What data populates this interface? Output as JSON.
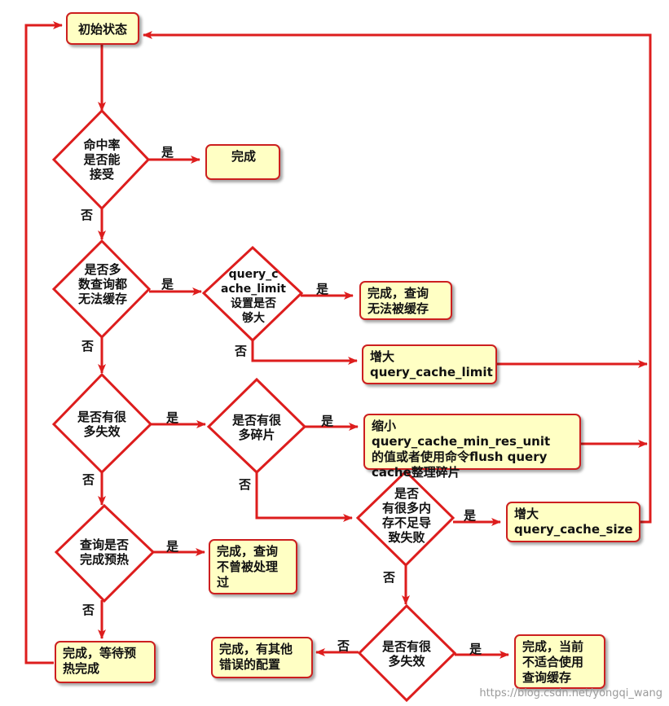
{
  "nodes": {
    "start": "初始状态",
    "q_hit_rate": "命中率\n是否能\n接受",
    "done_ok": "完成",
    "q_uncacheable": "是否多\n数查询都\n无法缓存",
    "q_limit": "query_c\nache_limit\n设置是否\n够大",
    "done_uncacheable": "完成，查询\n无法被缓存",
    "increase_limit": "增大\nquery_cache_limit",
    "q_invalidations": "是否有很\n多失效",
    "q_fragments": "是否有很\n多碎片",
    "shrink_unit": "缩小query_cache_min_res_unit\n的值或者使用命令flush query\ncache整理碎片",
    "q_lowmem": "是否\n有很多内\n存不足导\n致失败",
    "increase_size": "增大\nquery_cache_size",
    "q_warmup": "查询是否\n完成预热",
    "done_unprocessed": "完成，查询\n不曾被处理\n过",
    "done_wait": "完成，等待预\n热完成",
    "q_invalidations2": "是否有很\n多失效",
    "done_other_error": "完成，有其他\n错误的配置",
    "done_unsuitable": "完成，当前\n不适合使用\n查询缓存"
  },
  "labels": {
    "yes": "是",
    "no": "否"
  },
  "watermark": "https://blog.csdn.net/yongqi_wang",
  "colors": {
    "stroke": "#dd1d1d",
    "box_fill": "#ffffc4",
    "box_border": "#cc1f1f",
    "diamond_fill": "#ffffff"
  }
}
